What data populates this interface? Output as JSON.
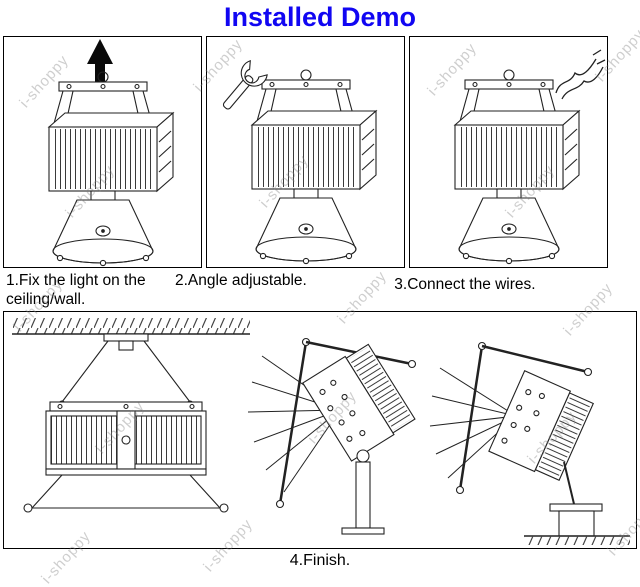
{
  "title": "Installed Demo",
  "watermark": {
    "text": "i-shoppy"
  },
  "steps": [
    {
      "caption": "1.Fix the light on the ceiling/wall."
    },
    {
      "caption": "2.Angle adjustable."
    },
    {
      "caption": "3.Connect the wires."
    },
    {
      "caption": "4.Finish."
    }
  ],
  "colors": {
    "title_blue": "#1106f2",
    "line_art": "#222222",
    "watermark_gray": "#7d7d7d"
  }
}
